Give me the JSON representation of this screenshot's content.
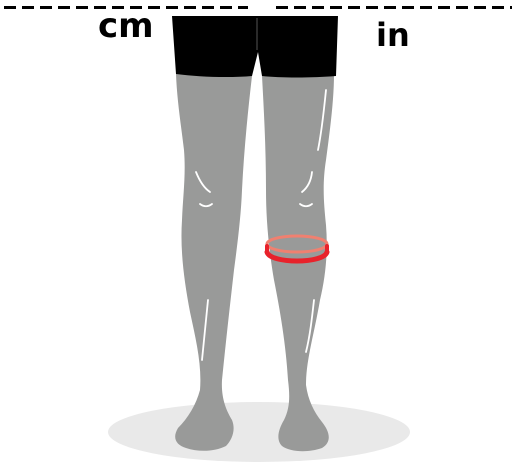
{
  "units": {
    "metric": "cm",
    "imperial": "in"
  },
  "colors": {
    "leg": "#999a99",
    "shorts": "#000000",
    "shadow": "#e9e9e9",
    "measure_front": "#e8222b",
    "measure_back": "#f08070",
    "highlight": "#ffffff"
  },
  "icons": {
    "figure": "legs-figure",
    "measure": "calf-measuring-band"
  }
}
